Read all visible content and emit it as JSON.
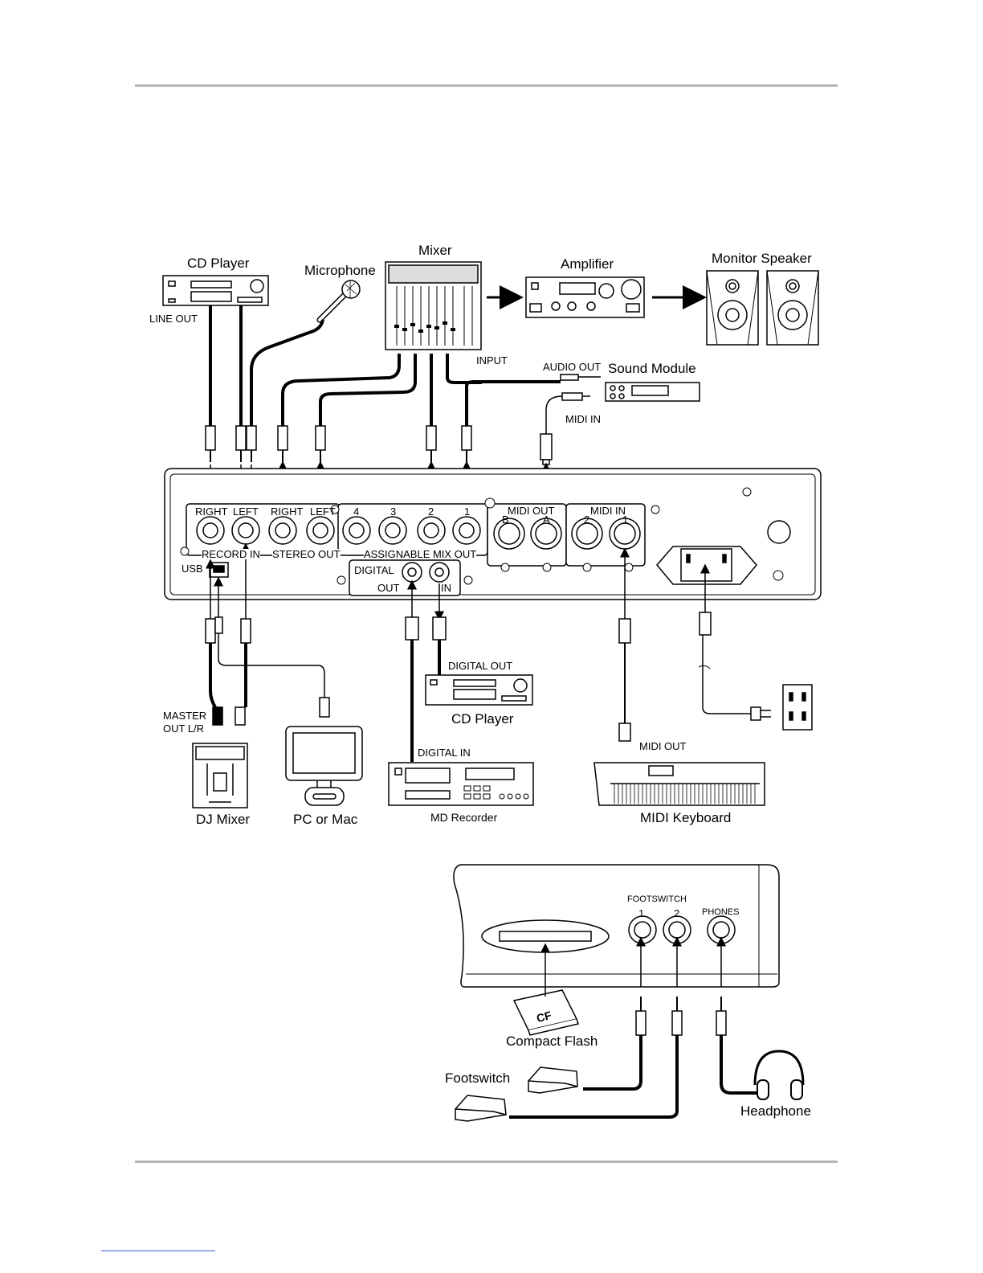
{
  "devices": {
    "cd_player_top": "CD Player",
    "microphone": "Microphone",
    "mixer": "Mixer",
    "amplifier": "Amplifier",
    "monitor_speaker": "Monitor Speaker",
    "sound_module": "Sound Module",
    "cd_player_bottom": "CD Player",
    "dj_mixer": "DJ Mixer",
    "pc_or_mac": "PC or Mac",
    "md_recorder": "MD Recorder",
    "midi_keyboard": "MIDI Keyboard",
    "compact_flash": "Compact Flash",
    "footswitch": "Footswitch",
    "headphone": "Headphone"
  },
  "connection_labels": {
    "line_out": "LINE OUT",
    "input": "INPUT",
    "audio_out": "AUDIO OUT",
    "midi_in": "MIDI IN",
    "digital_out": "DIGITAL OUT",
    "digital_in": "DIGITAL IN",
    "midi_out": "MIDI OUT",
    "master_out_1": "MASTER",
    "master_out_2": "OUT L/R"
  },
  "rear_panel": {
    "right_1": "RIGHT",
    "left_1": "LEFT",
    "right_2": "RIGHT",
    "left_2": "LEFT",
    "mix_4": "4",
    "mix_3": "3",
    "mix_2": "2",
    "mix_1": "1",
    "midi_out_label": "MIDI OUT",
    "midi_out_b": "B",
    "midi_out_a": "A",
    "midi_in_label": "MIDI IN",
    "midi_in_2": "2",
    "midi_in_1": "1",
    "record_in": "RECORD IN",
    "stereo_out": "STEREO OUT",
    "assignable_mix_out": "ASSIGNABLE MIX OUT",
    "usb": "USB",
    "digital": "DIGITAL",
    "out": "OUT",
    "in": "IN"
  },
  "front_panel": {
    "footswitch_label": "FOOTSWITCH",
    "fs_1": "1",
    "fs_2": "2",
    "phones": "PHONES",
    "cf_card": "CF"
  }
}
